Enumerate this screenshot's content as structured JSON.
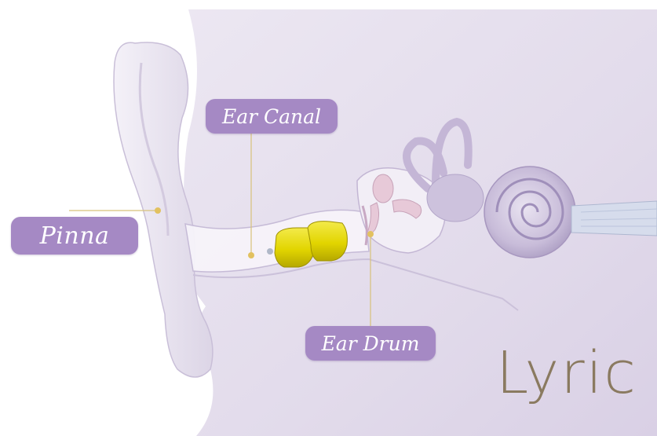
{
  "labels": {
    "pinna": "Pinna",
    "ear_canal": "Ear Canal",
    "ear_drum": "Ear Drum"
  },
  "brand": {
    "logo_text": "Lyric"
  },
  "colors": {
    "label_fill": "#a589c4",
    "label_text": "#ffffff",
    "background_lavender": "#e6e0ee",
    "device_yellow": "#e2d500",
    "logo_color": "#8a7a60",
    "leader_line": "#d8c27a"
  }
}
